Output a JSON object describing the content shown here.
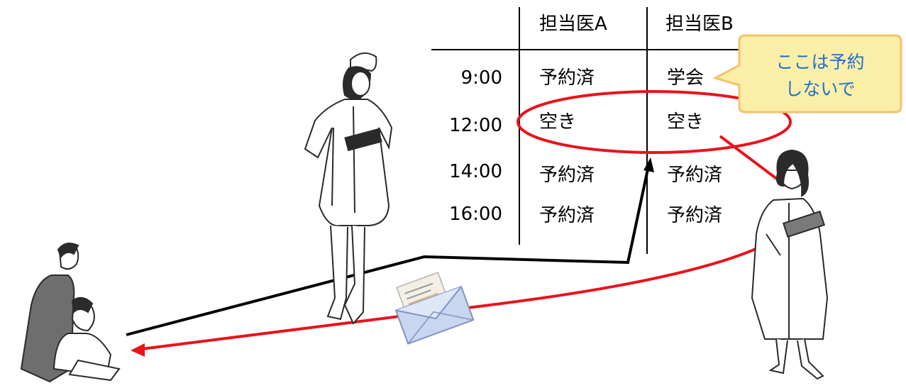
{
  "schedule": {
    "columns": [
      "担当医A",
      "担当医B"
    ],
    "rows": [
      {
        "time": "9:00",
        "a": "予約済",
        "b": "学会"
      },
      {
        "time": "12:00",
        "a": "空き",
        "b": "空き"
      },
      {
        "time": "14:00",
        "a": "予約済",
        "b": "予約済"
      },
      {
        "time": "16:00",
        "a": "予約済",
        "b": "予約済"
      }
    ]
  },
  "callout": {
    "line1": "ここは予約",
    "line2": "しないで"
  },
  "colors": {
    "highlight": "#e8131b",
    "callout_fill": "#fbefa8",
    "callout_stroke": "#f3c36a",
    "callout_text": "#1f6fd0"
  },
  "figures": {
    "nurse": "nurse-icon",
    "doctor": "doctor-icon",
    "office_staff": "office-staff-icon",
    "mail": "envelope-icon"
  }
}
